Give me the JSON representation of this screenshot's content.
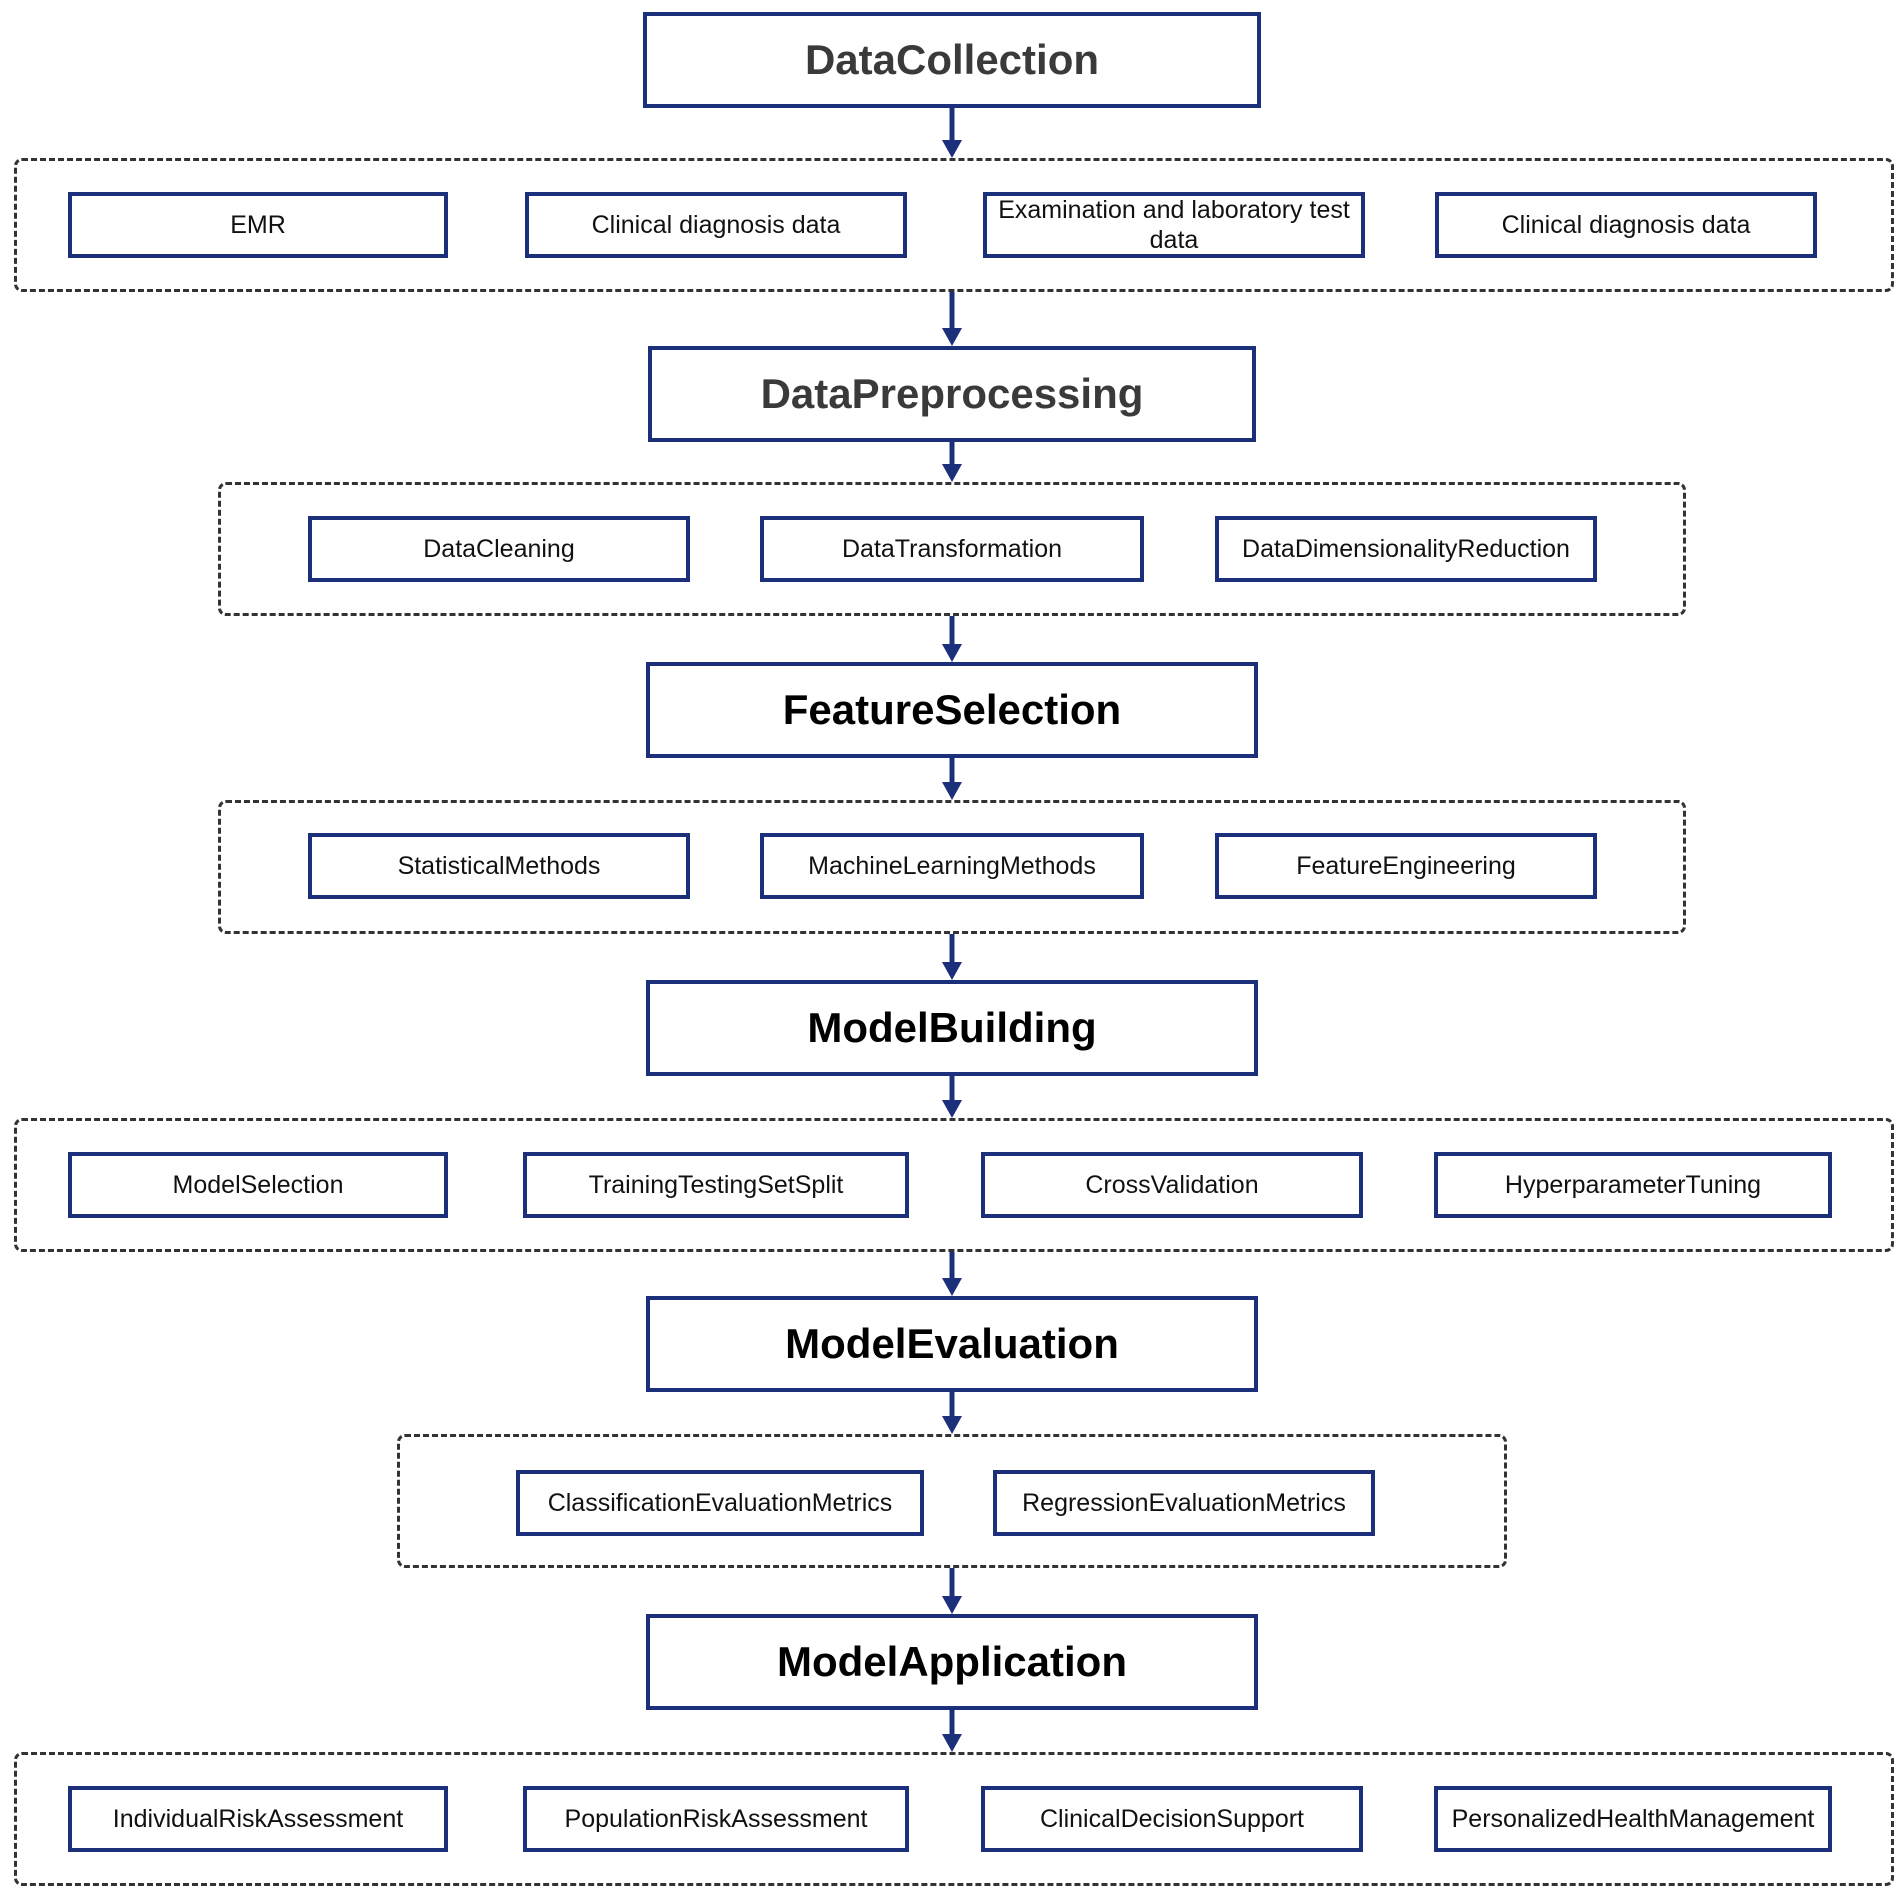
{
  "stages": [
    {
      "id": "collection",
      "title": "DataCollection",
      "items": [
        "EMR",
        "Clinical diagnosis data",
        "Examination and laboratory test data",
        "Clinical diagnosis data"
      ]
    },
    {
      "id": "preprocessing",
      "title": "DataPreprocessing",
      "items": [
        "DataCleaning",
        "DataTransformation",
        "DataDimensionalityReduction"
      ]
    },
    {
      "id": "feature-selection",
      "title": "FeatureSelection",
      "items": [
        "StatisticalMethods",
        "MachineLearningMethods",
        "FeatureEngineering"
      ]
    },
    {
      "id": "model-building",
      "title": "ModelBuilding",
      "items": [
        "ModelSelection",
        "TrainingTestingSetSplit",
        "CrossValidation",
        "HyperparameterTuning"
      ]
    },
    {
      "id": "model-evaluation",
      "title": "ModelEvaluation",
      "items": [
        "ClassificationEvaluationMetrics",
        "RegressionEvaluationMetrics"
      ]
    },
    {
      "id": "model-application",
      "title": "ModelApplication",
      "items": [
        "IndividualRiskAssessment",
        "PopulationRiskAssessment",
        "ClinicalDecisionSupport",
        "PersonalizedHealthManagement"
      ]
    }
  ],
  "colors": {
    "box_border": "#1c2f7a",
    "arrow": "#1c2f7a",
    "dashed_border": "#333333"
  }
}
